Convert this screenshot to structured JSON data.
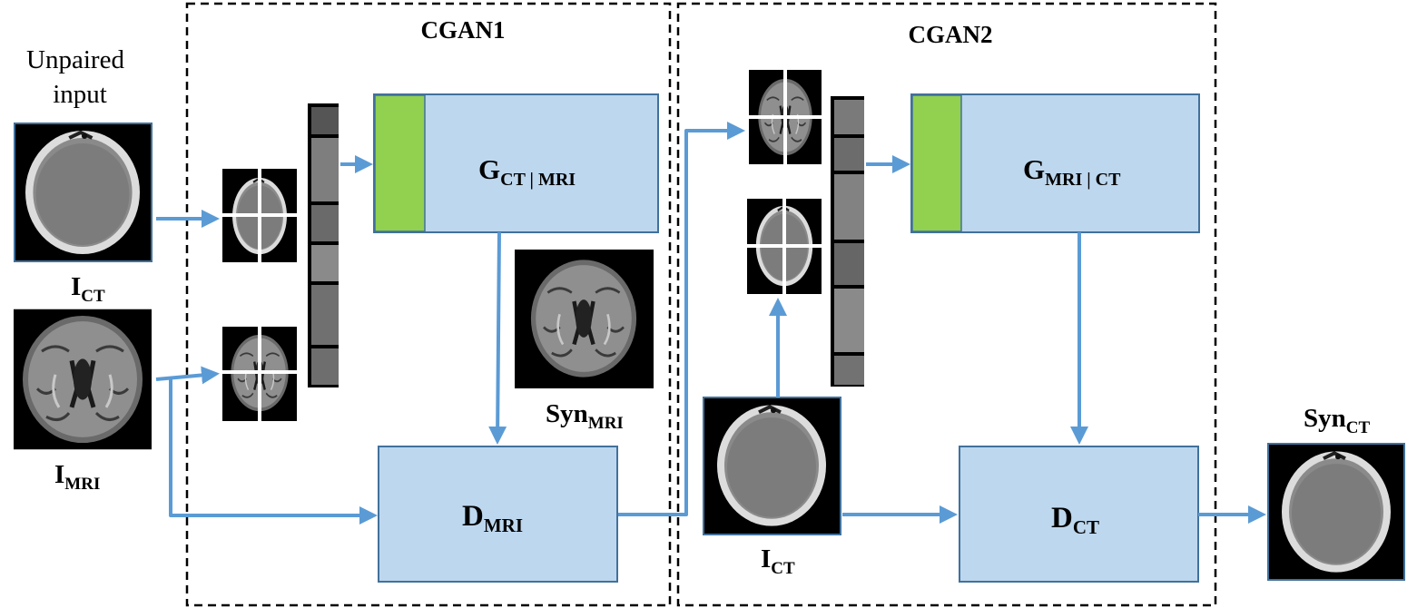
{
  "input": {
    "title_line1": "Unpaired",
    "title_line2": "input",
    "ct_label": "I",
    "ct_sub": "CT",
    "mri_label": "I",
    "mri_sub": "MRI"
  },
  "cgan1": {
    "title": "CGAN1",
    "generator": {
      "main": "G",
      "sub": "CT | MRI"
    },
    "discriminator": {
      "main": "D",
      "sub": "MRI"
    },
    "synthetic": {
      "main": "Syn",
      "sub": "MRI"
    }
  },
  "cgan2": {
    "title": "CGAN2",
    "generator": {
      "main": "G",
      "sub": "MRI | CT"
    },
    "discriminator": {
      "main": "D",
      "sub": "CT"
    },
    "ct_input": {
      "main": "I",
      "sub": "CT"
    }
  },
  "output": {
    "main": "Syn",
    "sub": "CT"
  },
  "colors": {
    "box_fill": "#bdd7ee",
    "box_stroke": "#41719c",
    "arrow": "#5b9bd5",
    "green": "#92d050",
    "dash": "#000000"
  }
}
